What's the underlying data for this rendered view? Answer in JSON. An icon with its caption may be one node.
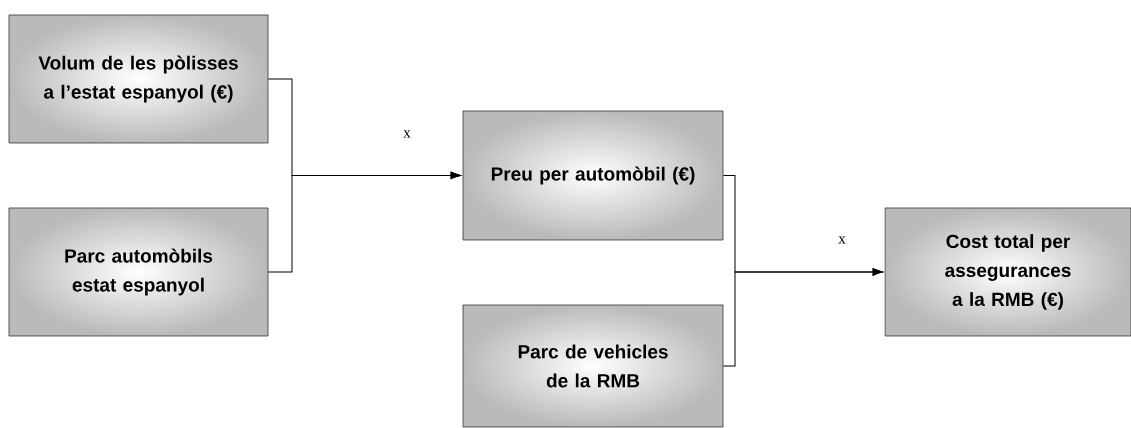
{
  "diagram": {
    "nodes": [
      {
        "text": [
          "Volum de les pòlisses a l’estat espanyol (€)"
        ]
      },
      {
        "text": [
          "Parc automòbils estat espanyol"
        ]
      },
      {
        "text": [
          "Preu per automòbil (€)"
        ]
      },
      {
        "text": [
          "Parc de vehicles de la RMB"
        ]
      },
      {
        "text": [
          "Cost total per assegurances a la RMB (€)"
        ]
      }
    ],
    "edges": [
      {
        "from": 0,
        "to": 2,
        "arrow": "to",
        "label": "x"
      },
      {
        "from": 1,
        "to": 2,
        "arrow": "to"
      },
      {
        "from": 2,
        "to": 4,
        "arrow": "to",
        "label": "x"
      },
      {
        "from": 3,
        "to": 4,
        "arrow": "to"
      }
    ]
  }
}
